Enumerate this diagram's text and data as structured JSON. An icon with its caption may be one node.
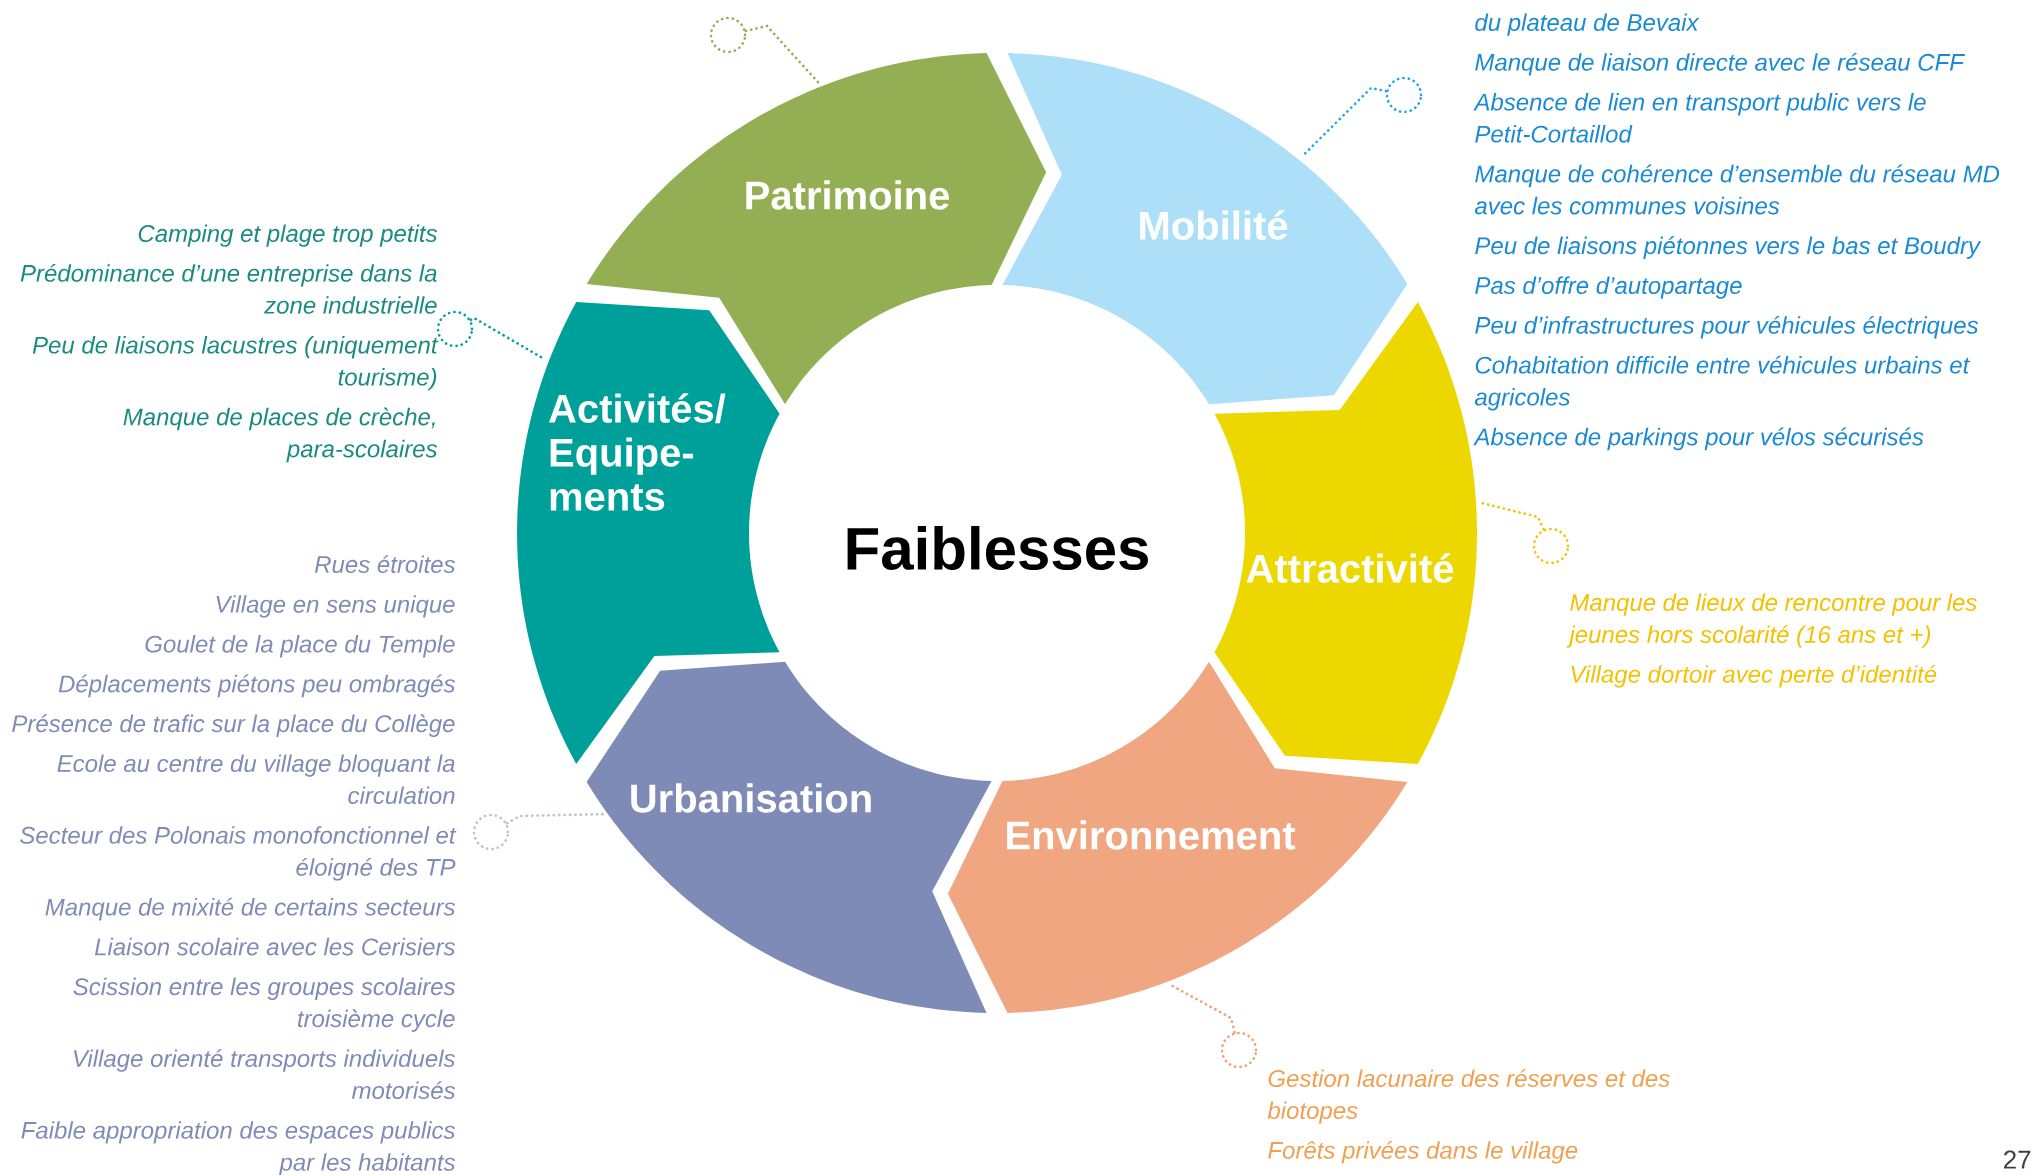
{
  "diagram": {
    "title": "Faiblesses",
    "nodes": [
      {
        "text": [
          "Patrimoine"
        ]
      },
      {
        "text": [
          "Mobilité"
        ]
      },
      {
        "text": [
          "Attractivité"
        ]
      },
      {
        "text": [
          "Environnement"
        ]
      },
      {
        "text": [
          "Urbanisation"
        ]
      },
      {
        "text": [
          "Activités/ Equipe-ments"
        ]
      },
      {
        "text": [],
        "shape": "circle"
      },
      {
        "text": [],
        "shape": "circle"
      },
      {
        "text": [],
        "shape": "circle"
      },
      {
        "text": [],
        "shape": "circle"
      },
      {
        "text": [],
        "shape": "circle"
      },
      {
        "text": [],
        "shape": "circle"
      }
    ],
    "edges": [
      {
        "from": 8,
        "to": 0,
        "arrow": "none",
        "color": "#94af53"
      },
      {
        "from": 10,
        "to": 1,
        "arrow": "none",
        "color": "#1aa7e8"
      },
      {
        "from": 11,
        "to": 2,
        "arrow": "none",
        "color": "#f5c000"
      },
      {
        "from": 9,
        "to": 3,
        "arrow": "none",
        "color": "#f0a070"
      },
      {
        "from": 7,
        "to": 4,
        "arrow": "none",
        "color": "#b8bfe0"
      },
      {
        "from": 6,
        "to": 5,
        "arrow": "none",
        "color": "#00a09a"
      }
    ],
    "labels": [
      "du plateau de Bevaix",
      "Manque de liaison directe avec le réseau CFF",
      "Absence de lien en transport public vers le Petit-Cortaillod",
      "Manque de cohérence d’ensemble du réseau MD avec les communes voisines",
      "Peu de liaisons piétonnes vers le bas et Boudry",
      "Pas d’offre d’autopartage",
      "Peu d’infrastructures pour véhicules électriques",
      "Cohabitation difficile entre véhicules urbains et agricoles",
      "Absence de parkings pour vélos sécurisés",
      "Camping et plage trop petits",
      "Prédominance d’une entreprise dans la zone industrielle",
      "Peu de liaisons lacustres (uniquement tourisme)",
      "Manque de places de crèche, para-scolaires",
      "Rues étroites",
      "Village en sens unique",
      "Goulet de la place du Temple",
      "Déplacements piétons peu ombragés",
      "Présence de trafic sur la place du Collège",
      "Ecole au centre du village bloquant la circulation",
      "Secteur des Polonais monofonctionnel et éloigné des TP",
      "Manque de mixité de certains secteurs",
      "Liaison scolaire avec les Cerisiers",
      "Scission entre les groupes scolaires troisième cycle",
      "Village orienté transports individuels motorisés",
      "Faible appropriation des espaces publics par les habitants",
      "Manque de lieux de rencontre pour les jeunes hors scolarité (16 ans et +)",
      "Village dortoir avec perte d’identité",
      "Gestion lacunaire des réserves et des biotopes",
      "Forêts privées dans le village",
      "27"
    ]
  }
}
